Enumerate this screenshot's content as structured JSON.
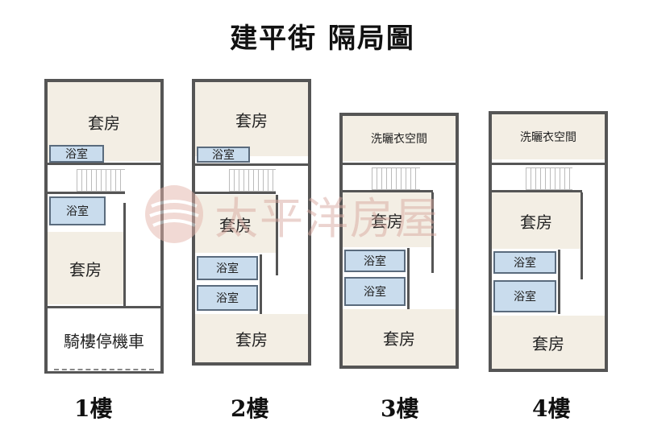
{
  "title": "建平街 隔局圖",
  "watermark": {
    "text": "太平洋房屋",
    "logo": "taiping-swirl-logo"
  },
  "floors": [
    {
      "label": "1樓",
      "rooms": {
        "suite_top": "套房",
        "bath_1": "浴室",
        "bath_2": "浴室",
        "suite_bottom": "套房",
        "parking": "騎樓停機車"
      }
    },
    {
      "label": "2樓",
      "rooms": {
        "suite_top": "套房",
        "bath_1": "浴室",
        "suite_mid": "套房",
        "bath_2": "浴室",
        "bath_3": "浴室",
        "suite_bottom": "套房"
      }
    },
    {
      "label": "3樓",
      "rooms": {
        "laundry": "洗曬衣空間",
        "suite_mid": "套房",
        "bath_1": "浴室",
        "bath_2": "浴室",
        "suite_bottom": "套房"
      }
    },
    {
      "label": "4樓",
      "rooms": {
        "laundry": "洗曬衣空間",
        "suite_mid": "套房",
        "bath_1": "浴室",
        "bath_2": "浴室",
        "suite_bottom": "套房"
      }
    }
  ],
  "colors": {
    "room_fill": "#f3eee4",
    "bath_fill": "#c9dced",
    "wall": "#555555",
    "watermark": "#d9a9a0"
  }
}
